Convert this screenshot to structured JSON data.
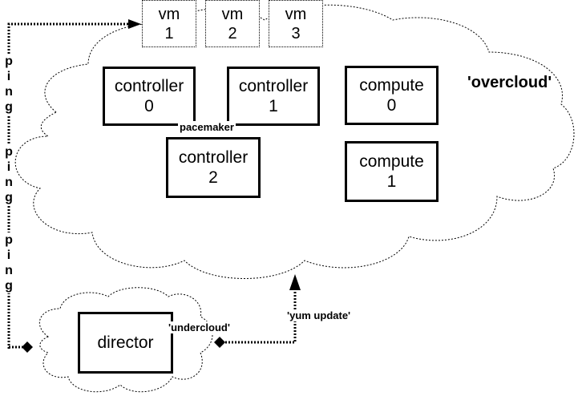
{
  "vms": [
    {
      "name": "vm",
      "num": "1"
    },
    {
      "name": "vm",
      "num": "2"
    },
    {
      "name": "vm",
      "num": "3"
    }
  ],
  "nodes": {
    "controller0": {
      "name": "controller",
      "num": "0"
    },
    "controller1": {
      "name": "controller",
      "num": "1"
    },
    "controller2": {
      "name": "controller",
      "num": "2"
    },
    "compute0": {
      "name": "compute",
      "num": "0"
    },
    "compute1": {
      "name": "compute",
      "num": "1"
    },
    "director": {
      "name": "director"
    }
  },
  "labels": {
    "pacemaker": "pacemaker",
    "overcloud": "'overcloud'",
    "undercloud": "'undercloud'",
    "yum_update": "'yum update'"
  },
  "ping": [
    "p",
    "i",
    "n",
    "g"
  ]
}
